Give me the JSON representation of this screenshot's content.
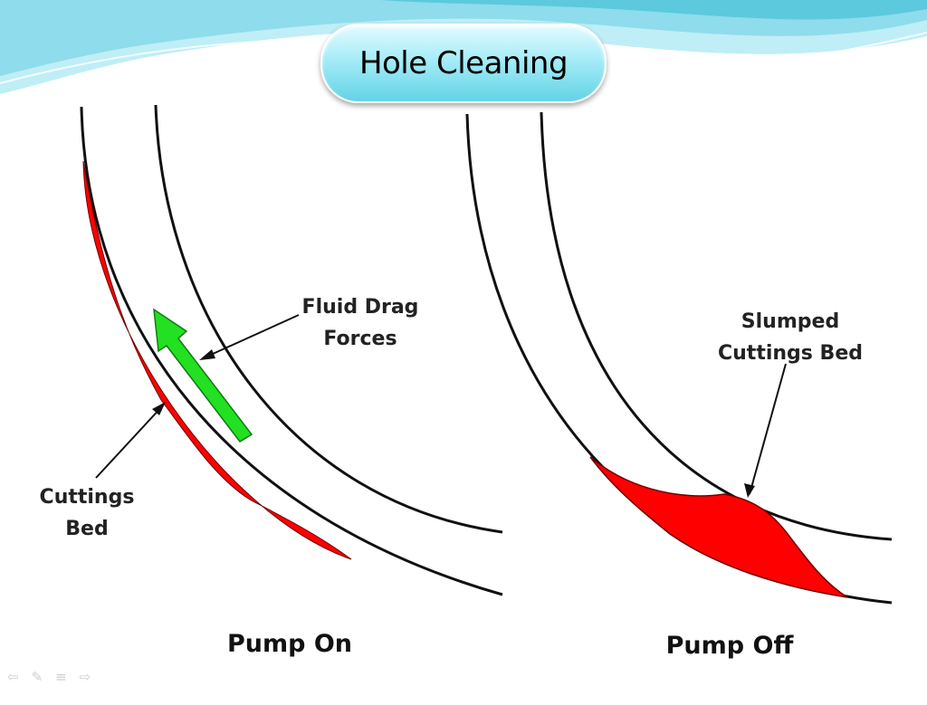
{
  "slide": {
    "title": "Hole Cleaning"
  },
  "left_panel": {
    "caption": "Pump On",
    "drag_label_line1": "Fluid Drag",
    "drag_label_line2": "Forces",
    "bed_label_line1": "Cuttings",
    "bed_label_line2": "Bed"
  },
  "right_panel": {
    "caption": "Pump Off",
    "slumped_label_line1": "Slumped",
    "slumped_label_line2": "Cuttings Bed"
  },
  "colors": {
    "cuttings": "#ff0000",
    "flow_arrow": "#22e022",
    "header_wave": "#62cfe0"
  },
  "nav": {
    "previous": "⇦",
    "pen": "✎",
    "menu": "≡",
    "next": "⇨"
  }
}
